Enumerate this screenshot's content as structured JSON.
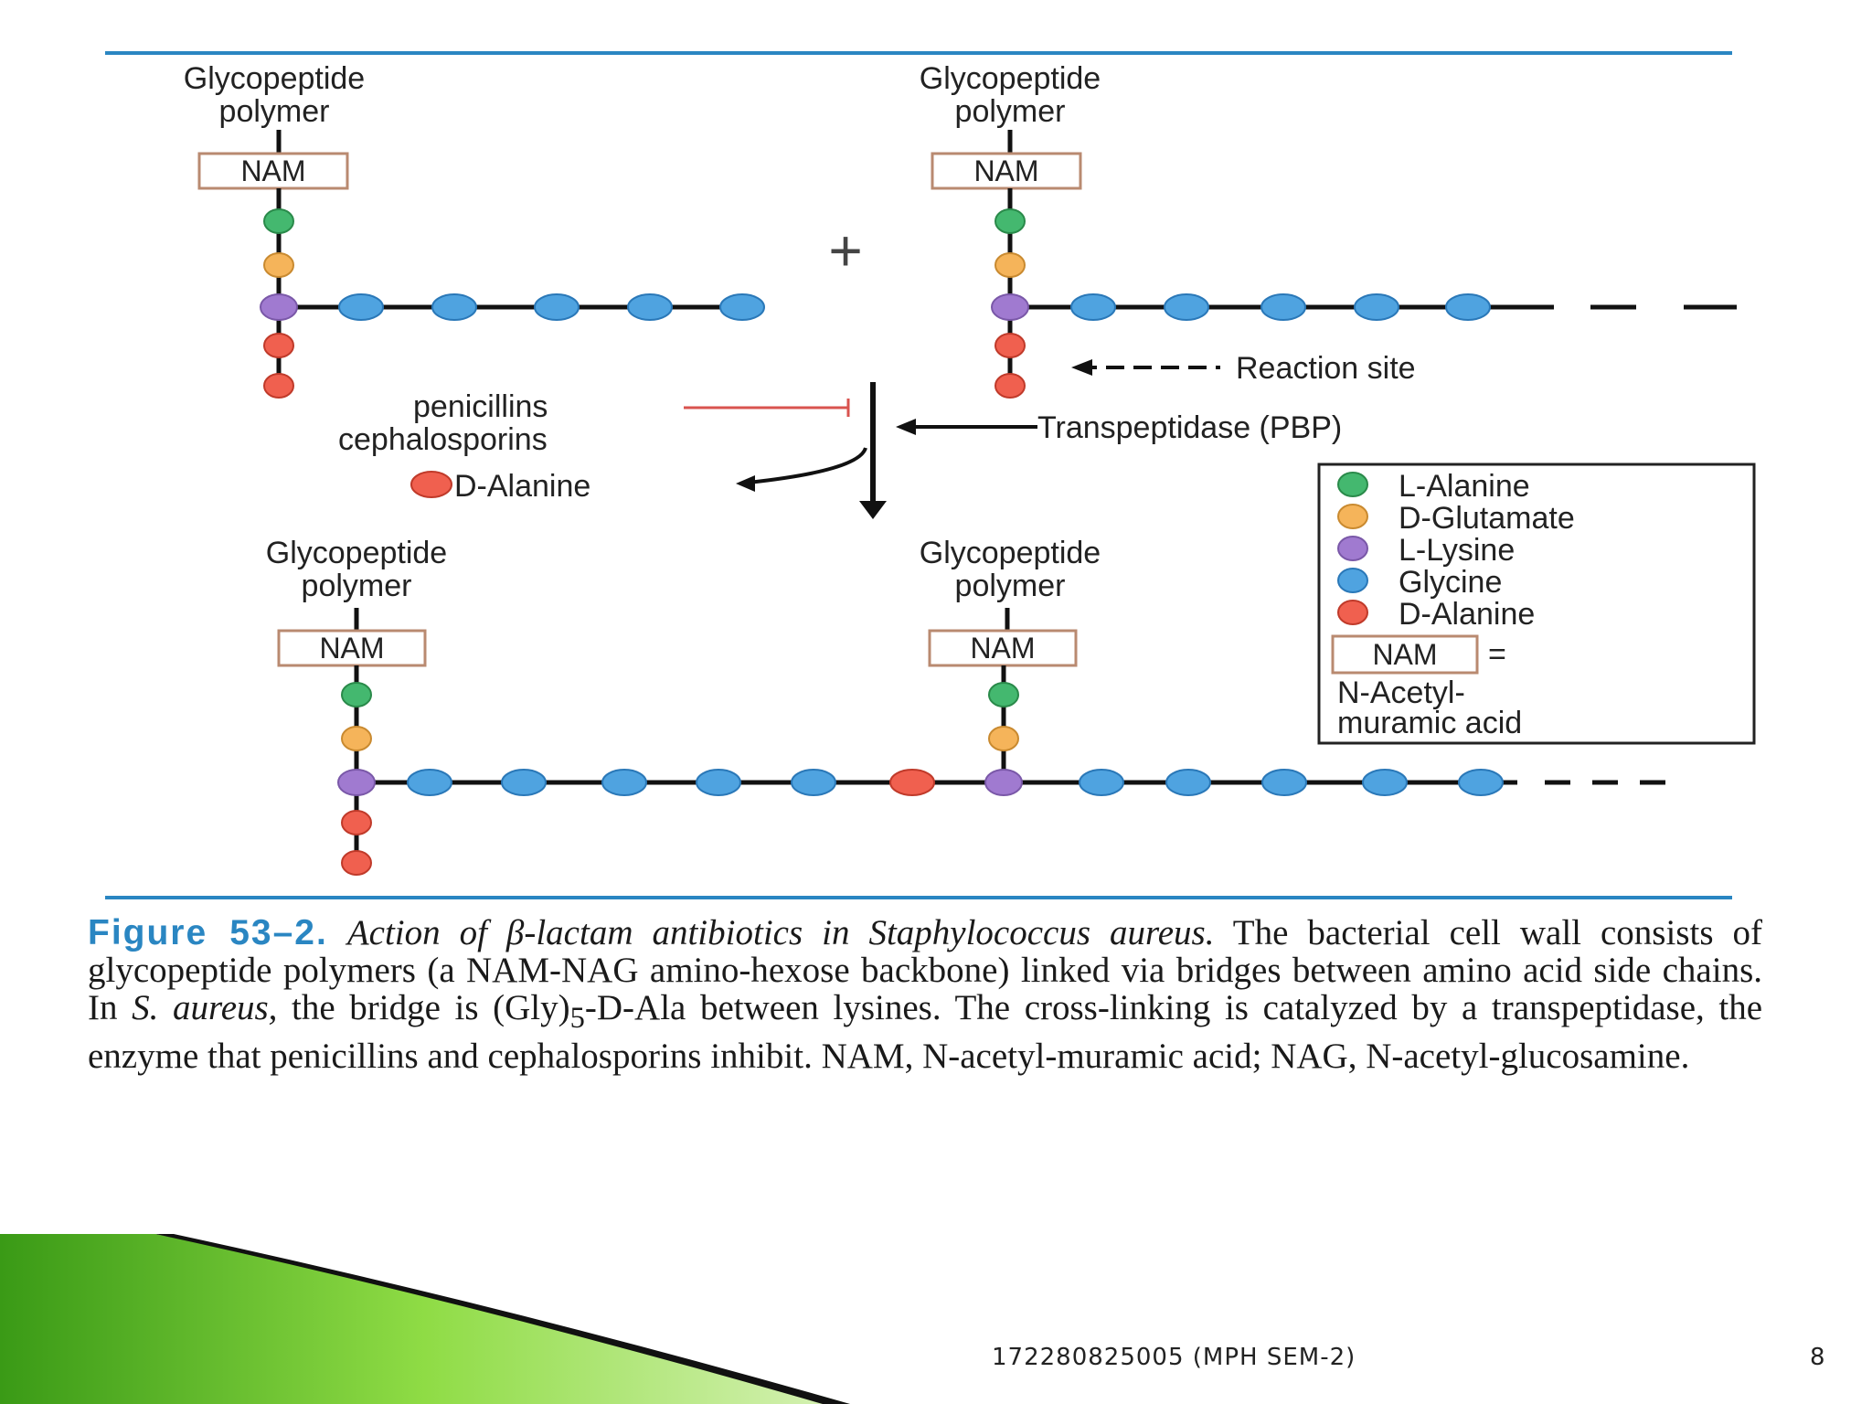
{
  "diagram": {
    "label_glyco_line1": "Glycopeptide",
    "label_glyco_line2": "polymer",
    "nam": "NAM",
    "plus": "+",
    "reaction_site": "Reaction site",
    "transpeptidase": "Transpeptidase (PBP)",
    "inhibitor_1": "penicillins",
    "inhibitor_2": "cephalosporins",
    "released": "D-Alanine"
  },
  "legend": {
    "items": [
      {
        "label": "L-Alanine",
        "color": "#44b86f"
      },
      {
        "label": "D-Glutamate",
        "color": "#f5b45a"
      },
      {
        "label": "L-Lysine",
        "color": "#a07ad0"
      },
      {
        "label": "Glycine",
        "color": "#4fa3e0"
      },
      {
        "label": "D-Alanine",
        "color": "#f0604f"
      }
    ],
    "nam_eq": "=",
    "nam_def_1": "N-Acetyl-",
    "nam_def_2": "muramic acid"
  },
  "caption": {
    "fig_label": "Figure 53–2.",
    "title_italic": "Action of β-lactam antibiotics in Staphylococcus aureus.",
    "text_1": "The bacterial cell wall consists of glycopeptide polymers (a NAM-NAG amino-hexose backbone) linked via bridges between amino acid side chains. In",
    "species": "S. aureus,",
    "text_2": "the bridge is (Gly)",
    "subscript": "5",
    "text_3": "-D-Ala between lysines. The cross-linking is catalyzed by a transpeptidase, the enzyme that penicillins and cephalosporins inhibit. NAM, N-acetyl-muramic acid; NAG, N-acetyl-glucosamine."
  },
  "footer": {
    "text": "172280825005 (MPH SEM-2)",
    "page": "8"
  },
  "colors": {
    "rule": "#2a86c2",
    "green_accent": "#6cc33a",
    "inhibit_line": "#d9534f"
  }
}
